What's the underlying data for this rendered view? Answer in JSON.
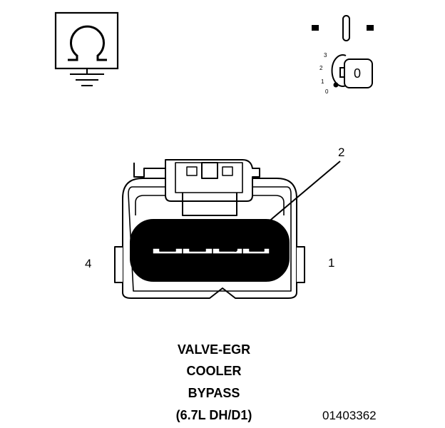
{
  "ignition_switch": {
    "positions": [
      "3",
      "2",
      "1",
      "0"
    ],
    "key_label": "0"
  },
  "connector": {
    "callout_number": "2",
    "pin_left": "4",
    "pin_right": "1"
  },
  "caption": {
    "line1": "VALVE-EGR",
    "line2": "COOLER",
    "line3": "BYPASS",
    "line4": "(6.7L DH/D1)"
  },
  "figure_id": "01403362"
}
